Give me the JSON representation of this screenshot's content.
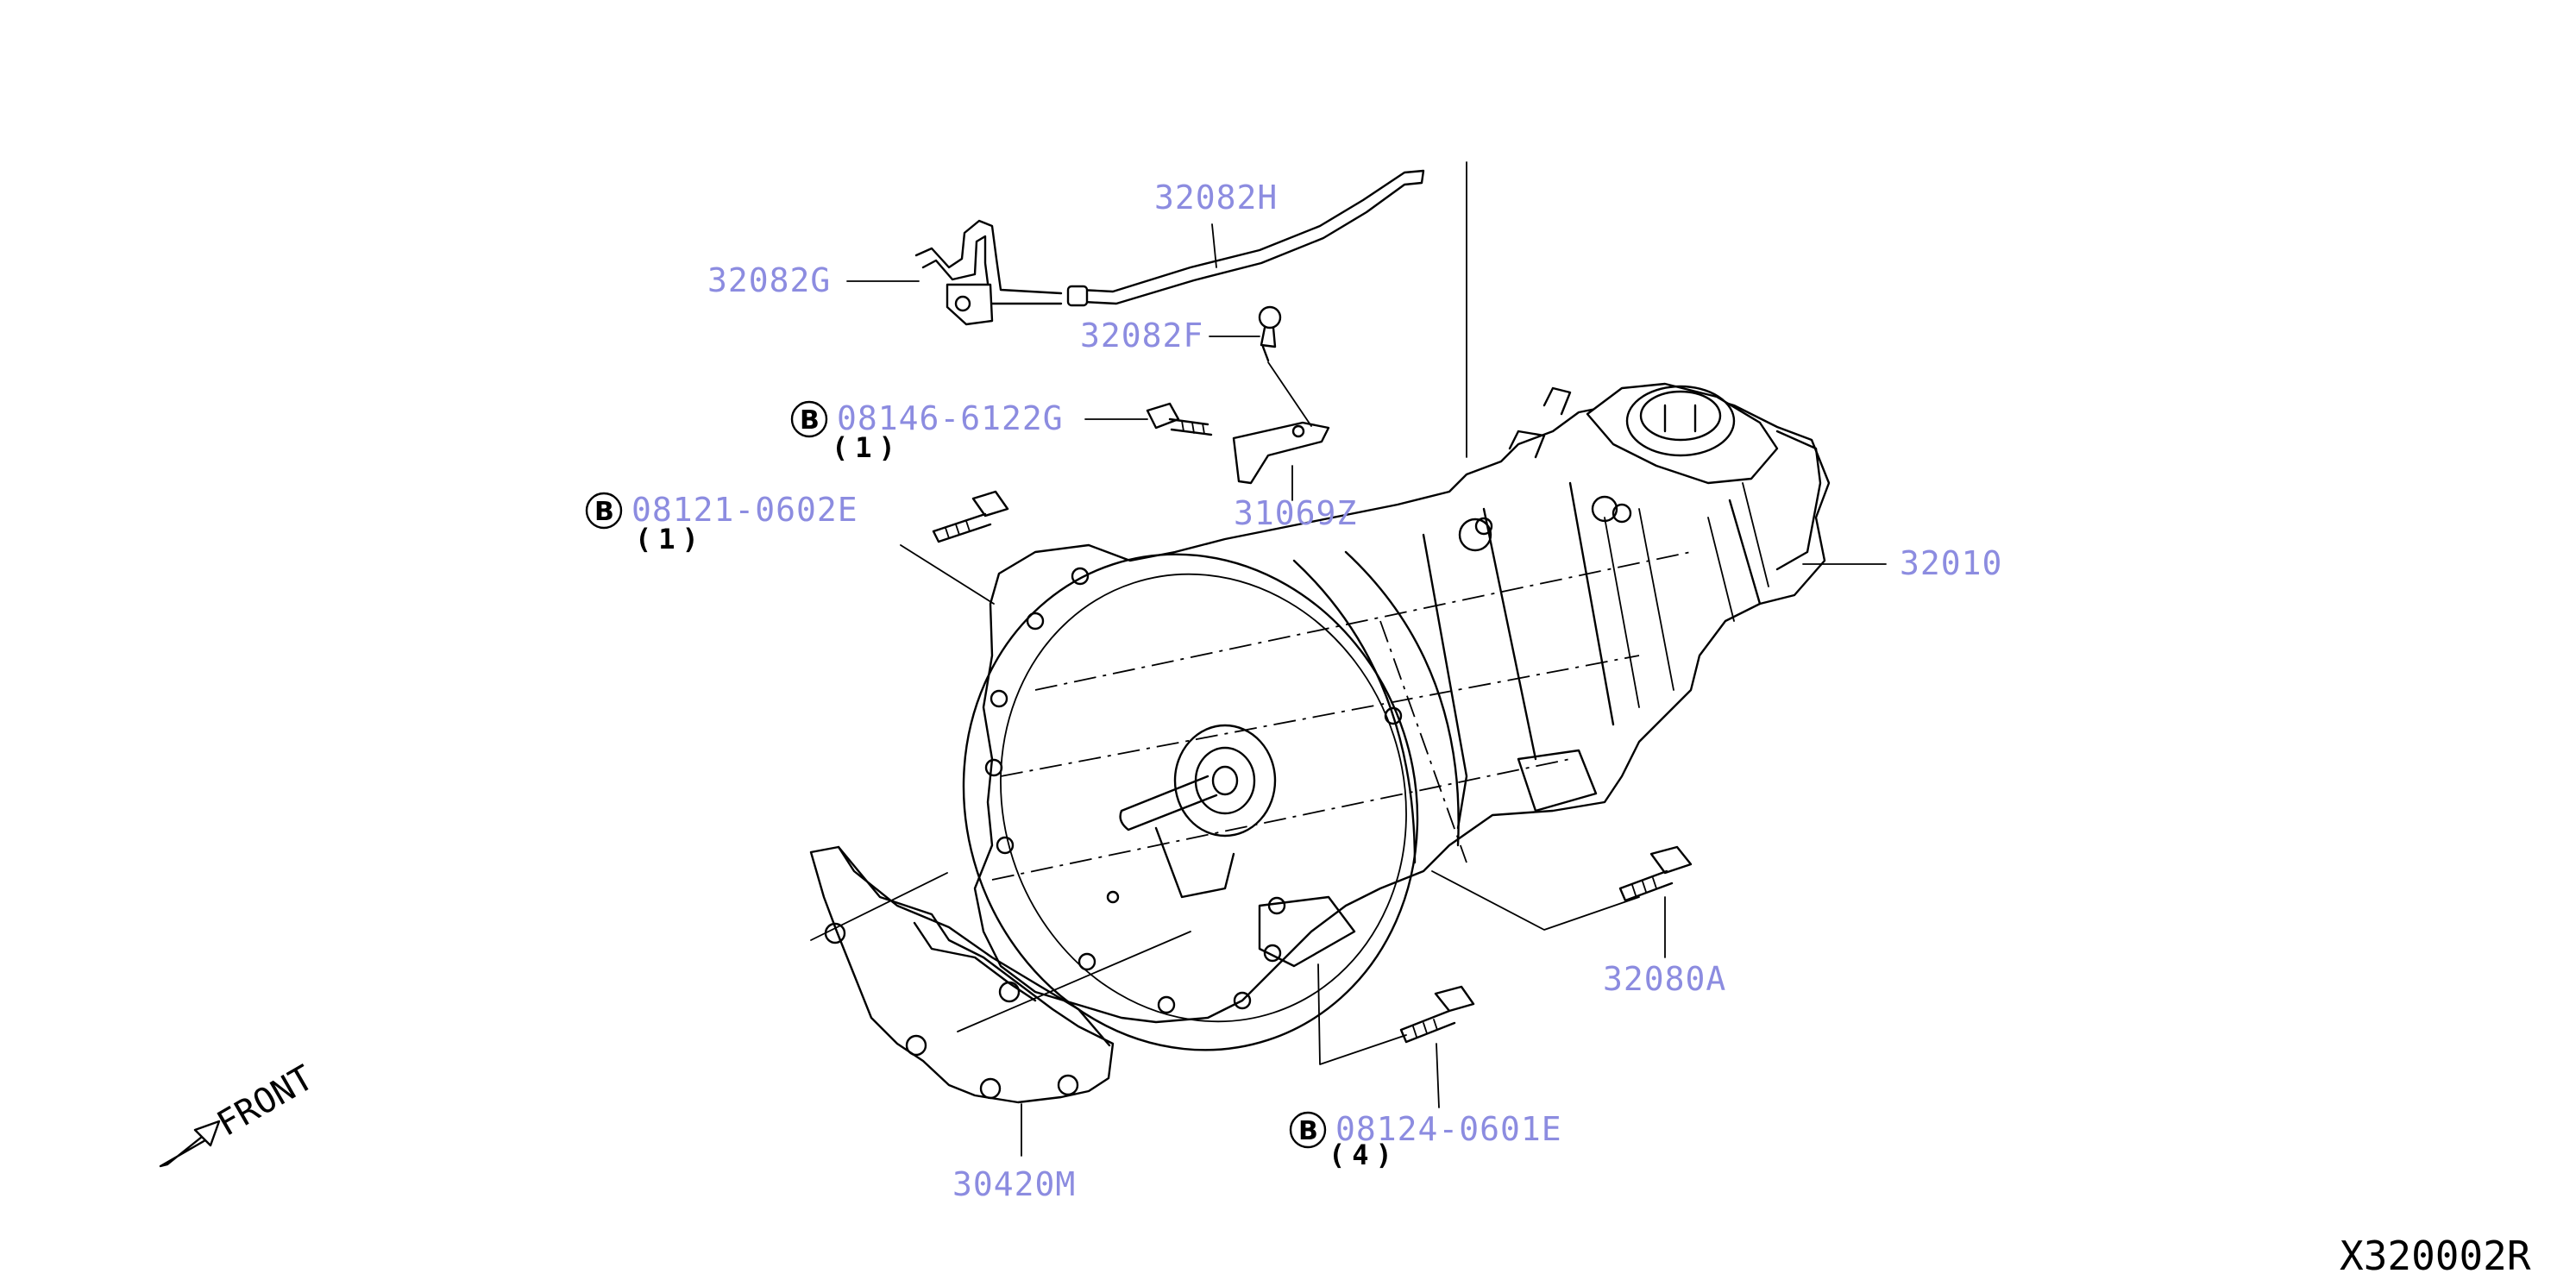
{
  "diagram_id": "X320002R",
  "front_indicator": "FRONT",
  "parts": [
    {
      "id": "p-32082H",
      "number": "32082H"
    },
    {
      "id": "p-32082G",
      "number": "32082G"
    },
    {
      "id": "p-32082F",
      "number": "32082F"
    },
    {
      "id": "p-08146",
      "number": "08146-6122G",
      "symbol": "B",
      "qty": "(1)"
    },
    {
      "id": "p-08121",
      "number": "08121-0602E",
      "symbol": "B",
      "qty": "(1)"
    },
    {
      "id": "p-31069Z",
      "number": "31069Z"
    },
    {
      "id": "p-32010",
      "number": "32010"
    },
    {
      "id": "p-32080A",
      "number": "32080A"
    },
    {
      "id": "p-08124",
      "number": "08124-0601E",
      "symbol": "B",
      "qty": "(4)"
    },
    {
      "id": "p-30420M",
      "number": "30420M"
    }
  ],
  "colors": {
    "part_label": "#8c8ce0",
    "line": "#000000",
    "background": "#ffffff"
  }
}
